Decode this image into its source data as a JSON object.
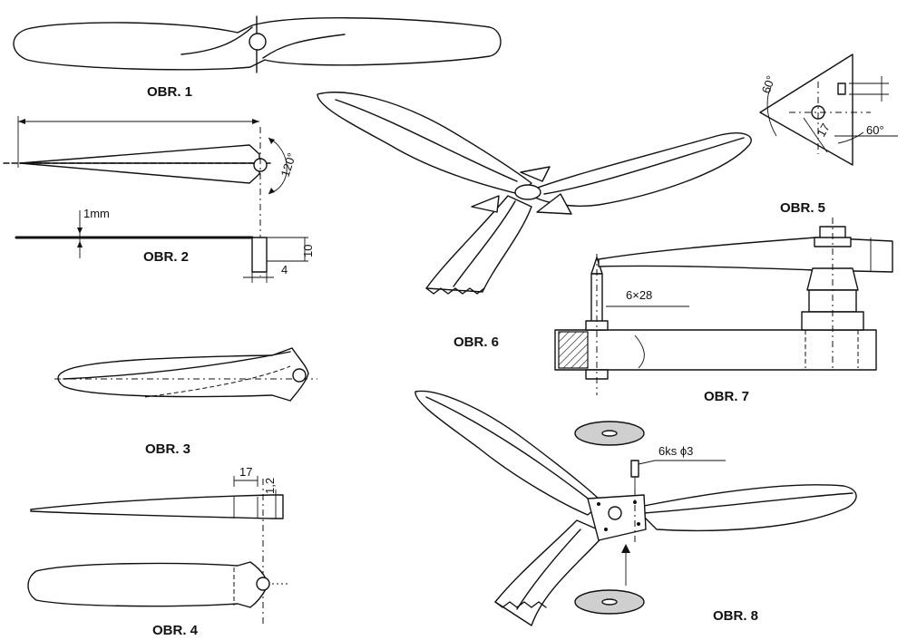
{
  "figures": {
    "fig1": {
      "label": "OBR. 1"
    },
    "fig2": {
      "label": "OBR. 2",
      "angle": "120°",
      "thickness": "1mm",
      "height": "10",
      "width": "4"
    },
    "fig3": {
      "label": "OBR. 3"
    },
    "fig4": {
      "label": "OBR. 4",
      "dim_length": "17",
      "dim_thickness": "1,2"
    },
    "fig5": {
      "label": "OBR. 5",
      "angle_left": "60°",
      "angle_right": "60°",
      "dim": "17"
    },
    "fig6": {
      "label": "OBR. 6"
    },
    "fig7": {
      "label": "OBR. 7",
      "screw": "6×28"
    },
    "fig8": {
      "label": "OBR. 8",
      "rivets": "6ks  ϕ3"
    }
  }
}
